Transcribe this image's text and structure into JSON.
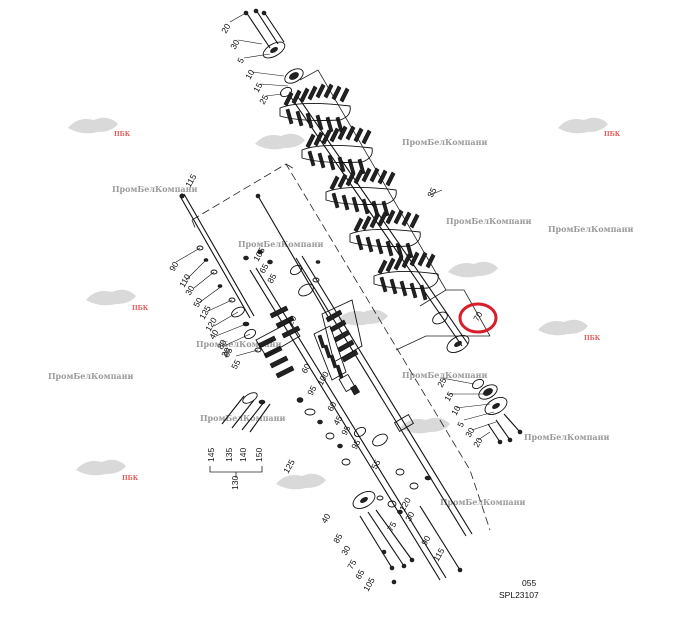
{
  "callouts": {
    "top_20": "20",
    "top_30": "30",
    "top_5": "5",
    "top_10": "10",
    "top_15": "15",
    "top_25": "25",
    "bracket_35": "35",
    "ring_70": "70",
    "bot_25": "25",
    "bot_15": "15",
    "bot_10": "10",
    "bot_5": "5",
    "bot_30": "30",
    "bot_20": "20",
    "l_115": "115",
    "l_90": "90",
    "l_110": "110",
    "l_30": "30",
    "l_50": "50",
    "l_125": "125",
    "l_120": "120",
    "l_40": "40",
    "l_80": "80",
    "l_85": "85",
    "l_20": "20",
    "l_55": "55",
    "m_105": "105",
    "m_65": "65",
    "m_85": "85",
    "m_20": "20",
    "m_60": "60",
    "m_100": "100",
    "m_95a": "95",
    "m_60b": "60",
    "m_45": "45",
    "m_95b": "95",
    "m_95c": "95",
    "m_125": "125",
    "m_55": "55",
    "g_145": "145",
    "g_135": "135",
    "g_140": "140",
    "g_150": "150",
    "g_130": "130",
    "b_40": "40",
    "b_85": "85",
    "b_30": "30",
    "b_75": "75",
    "b_65": "65",
    "b_105": "105",
    "b_120": "120",
    "b_75b": "75",
    "b_30b": "30",
    "b_90": "90",
    "b_115": "115"
  },
  "watermark_text": "ПромБелКомпани",
  "watermark_logo_text": "ПБК",
  "figure_ref": {
    "line1": "055",
    "line2": "SPL23107"
  },
  "colors": {
    "highlight_ring": "#d81e2a",
    "watermark_gray": "#9a9a9a",
    "watermark_logo": "#e05a5a"
  }
}
